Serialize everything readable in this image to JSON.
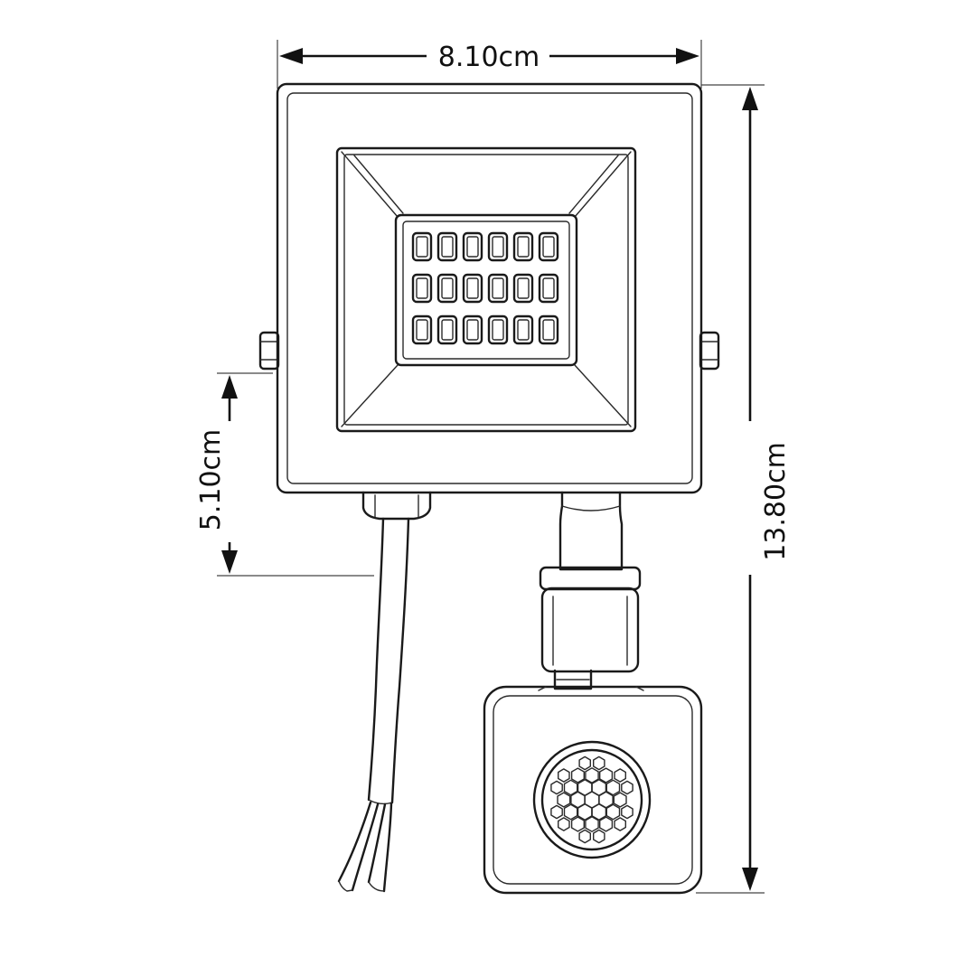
{
  "dimensions": {
    "width_label": "8.10cm",
    "sensor_offset_label": "5.10cm",
    "height_label": "13.80cm"
  },
  "led_grid": {
    "rows": 3,
    "cols": 6
  },
  "colors": {
    "line": "#1a1a1a",
    "background": "#ffffff"
  },
  "icons": {
    "lamp": "floodlight-outline",
    "sensor": "pir-motion-sensor-dome"
  }
}
